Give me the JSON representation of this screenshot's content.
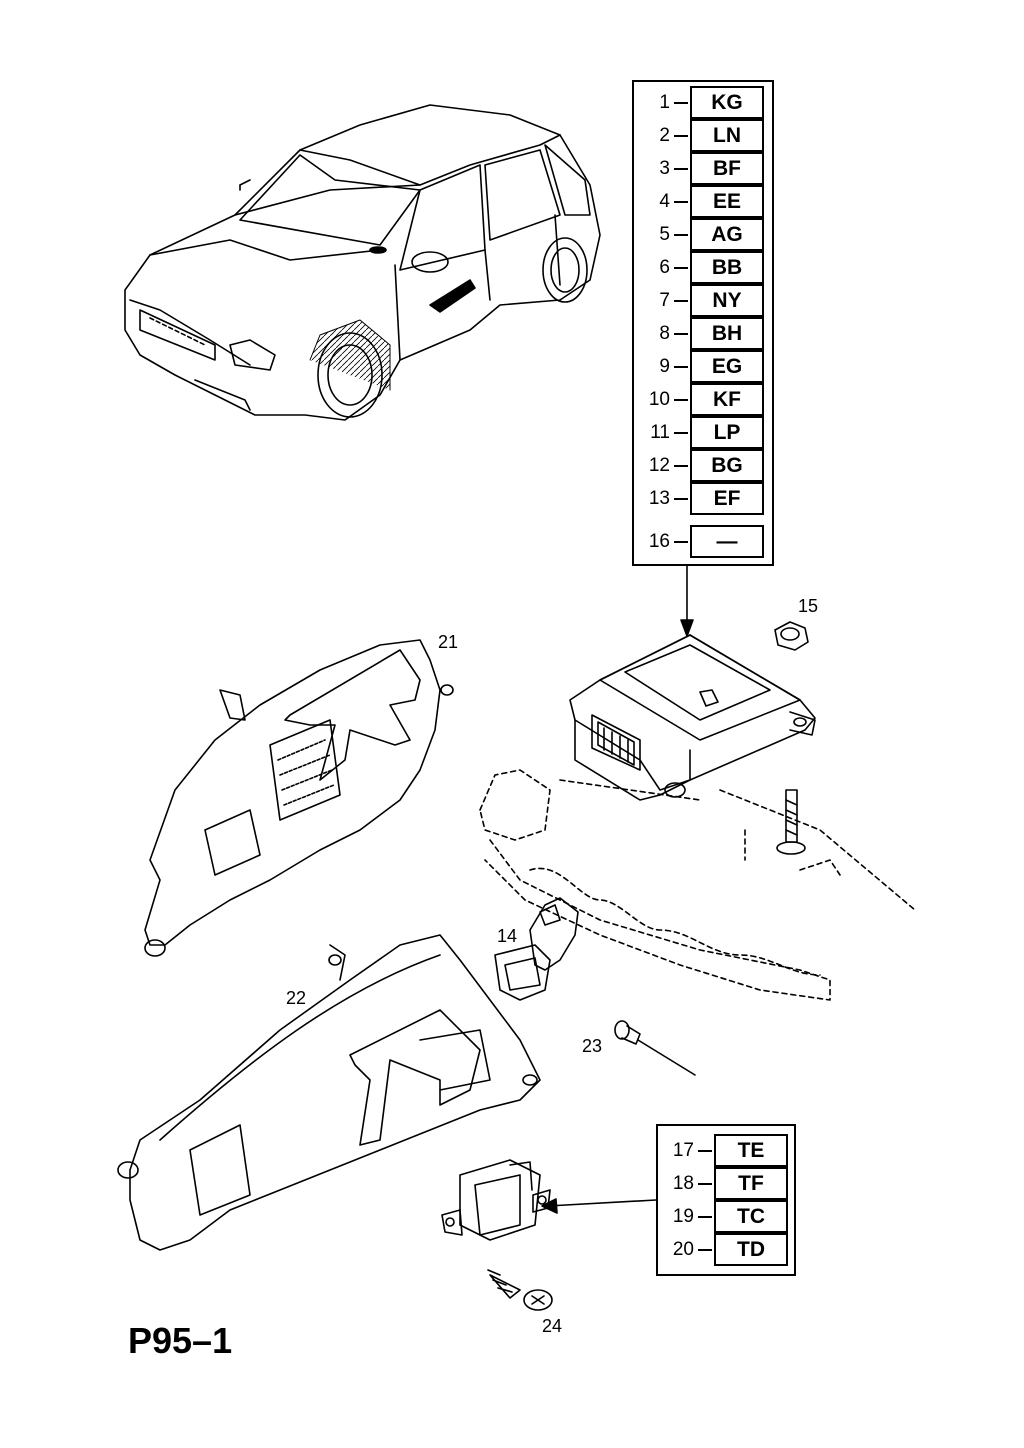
{
  "page_id": "P95–1",
  "airbag_codes": [
    {
      "num": "1",
      "code": "KG"
    },
    {
      "num": "2",
      "code": "LN"
    },
    {
      "num": "3",
      "code": "BF"
    },
    {
      "num": "4",
      "code": "EE"
    },
    {
      "num": "5",
      "code": "AG"
    },
    {
      "num": "6",
      "code": "BB"
    },
    {
      "num": "7",
      "code": "NY"
    },
    {
      "num": "8",
      "code": "BH"
    },
    {
      "num": "9",
      "code": "EG"
    },
    {
      "num": "10",
      "code": "KF"
    },
    {
      "num": "11",
      "code": "LP"
    },
    {
      "num": "12",
      "code": "BG"
    },
    {
      "num": "13",
      "code": "EF"
    },
    {
      "num": "16",
      "code": "—"
    }
  ],
  "sensor_codes": [
    {
      "num": "17",
      "code": "TE"
    },
    {
      "num": "18",
      "code": "TF"
    },
    {
      "num": "19",
      "code": "TC"
    },
    {
      "num": "20",
      "code": "TD"
    }
  ],
  "callouts": {
    "c14": "14",
    "c15": "15",
    "c21": "21",
    "c22": "22",
    "c23": "23",
    "c24": "24"
  }
}
